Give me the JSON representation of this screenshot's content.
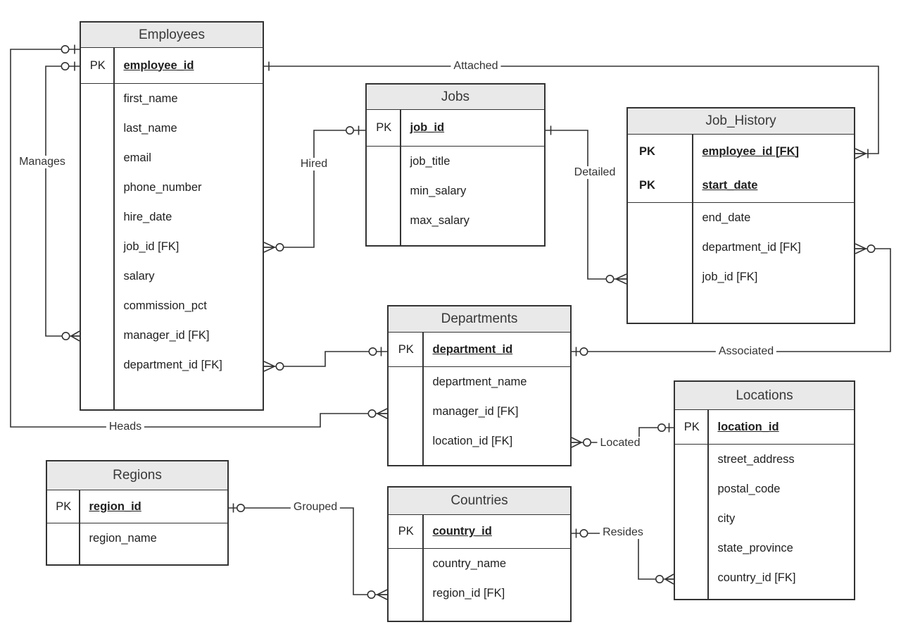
{
  "tables": [
    {
      "name": "Employees",
      "pk_rows": [
        {
          "key": "PK",
          "field": "employee_id"
        }
      ],
      "fields": [
        "first_name",
        "last_name",
        "email",
        "phone_number",
        "hire_date",
        "job_id [FK]",
        "salary",
        "commission_pct",
        "manager_id [FK]",
        "department_id [FK]"
      ]
    },
    {
      "name": "Jobs",
      "pk_rows": [
        {
          "key": "PK",
          "field": "job_id"
        }
      ],
      "fields": [
        "job_title",
        "min_salary",
        "max_salary"
      ]
    },
    {
      "name": "Job_History",
      "pk_rows": [
        {
          "key": "PK",
          "field": "employee_id [FK]"
        },
        {
          "key": "PK",
          "field": "start_date"
        }
      ],
      "fields": [
        "end_date",
        "department_id [FK]",
        "job_id [FK]"
      ]
    },
    {
      "name": "Departments",
      "pk_rows": [
        {
          "key": "PK",
          "field": "department_id"
        }
      ],
      "fields": [
        "department_name",
        "manager_id [FK]",
        "location_id [FK]"
      ]
    },
    {
      "name": "Locations",
      "pk_rows": [
        {
          "key": "PK",
          "field": "location_id"
        }
      ],
      "fields": [
        "street_address",
        "postal_code",
        "city",
        "state_province",
        "country_id [FK]"
      ]
    },
    {
      "name": "Regions",
      "pk_rows": [
        {
          "key": "PK",
          "field": "region_id"
        }
      ],
      "fields": [
        "region_name"
      ]
    },
    {
      "name": "Countries",
      "pk_rows": [
        {
          "key": "PK",
          "field": "country_id"
        }
      ],
      "fields": [
        "country_name",
        "region_id [FK]"
      ]
    }
  ],
  "relationships": [
    {
      "name": "manages",
      "label": "Manages"
    },
    {
      "name": "heads",
      "label": "Heads"
    },
    {
      "name": "attached",
      "label": "Attached"
    },
    {
      "name": "hired",
      "label": "Hired"
    },
    {
      "name": "detailed",
      "label": "Detailed"
    },
    {
      "name": "associated",
      "label": "Associated"
    },
    {
      "name": "located",
      "label": "Located"
    },
    {
      "name": "resides",
      "label": "Resides"
    },
    {
      "name": "grouped",
      "label": "Grouped"
    }
  ],
  "colors": {
    "header_bg": "#e9e9e9",
    "border": "#333333",
    "line": "#333333",
    "background": "#ffffff"
  }
}
